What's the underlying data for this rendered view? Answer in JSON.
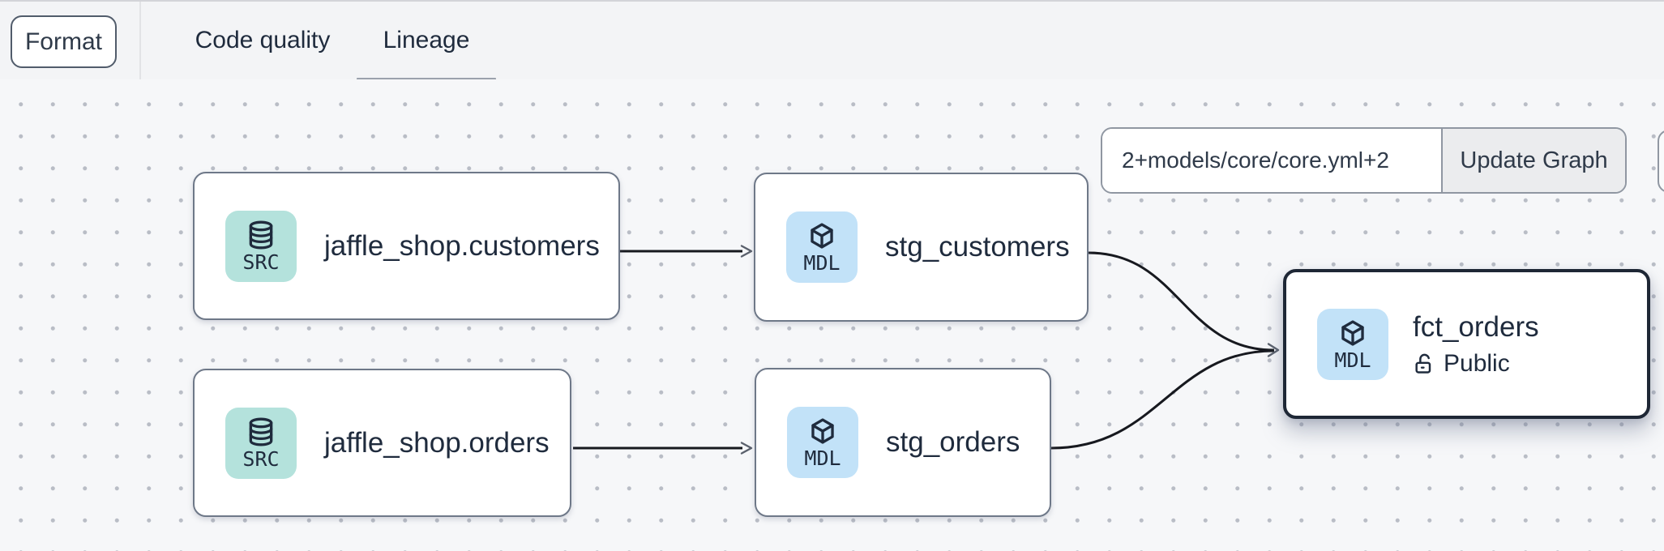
{
  "toolbar": {
    "format_button": "Format",
    "tabs": [
      {
        "label": "Code quality",
        "active": false
      },
      {
        "label": "Lineage",
        "active": true
      }
    ]
  },
  "lineage_toolbar": {
    "selector_input_value": "2+models/core/core.yml+2",
    "update_graph_button": "Update Graph"
  },
  "graph": {
    "nodes": [
      {
        "badge": "SRC",
        "icon": "database-icon",
        "label": "jaffle_shop.customers"
      },
      {
        "badge": "MDL",
        "icon": "cube-icon",
        "label": "stg_customers"
      },
      {
        "badge": "SRC",
        "icon": "database-icon",
        "label": "jaffle_shop.orders"
      },
      {
        "badge": "MDL",
        "icon": "cube-icon",
        "label": "stg_orders"
      },
      {
        "badge": "MDL",
        "icon": "cube-icon",
        "label": "fct_orders",
        "access": "Public",
        "selected": true
      }
    ],
    "edges": [
      {
        "from": "jaffle_shop.customers",
        "to": "stg_customers"
      },
      {
        "from": "jaffle_shop.orders",
        "to": "stg_orders"
      },
      {
        "from": "stg_customers",
        "to": "fct_orders"
      },
      {
        "from": "stg_orders",
        "to": "fct_orders"
      }
    ]
  },
  "colors": {
    "src_badge": "#b4e2dc",
    "mdl_badge": "#c2e2f8",
    "node_border": "#6e7888",
    "selected_node_border": "#1e2735",
    "edge_line": "#17191f",
    "tab_underline": "#9ba1ac",
    "canvas_dot": "#b9bdc6",
    "topbar_bg": "#f3f4f6",
    "canvas_bg": "#f6f7f9",
    "text": "#1f2b3d"
  }
}
